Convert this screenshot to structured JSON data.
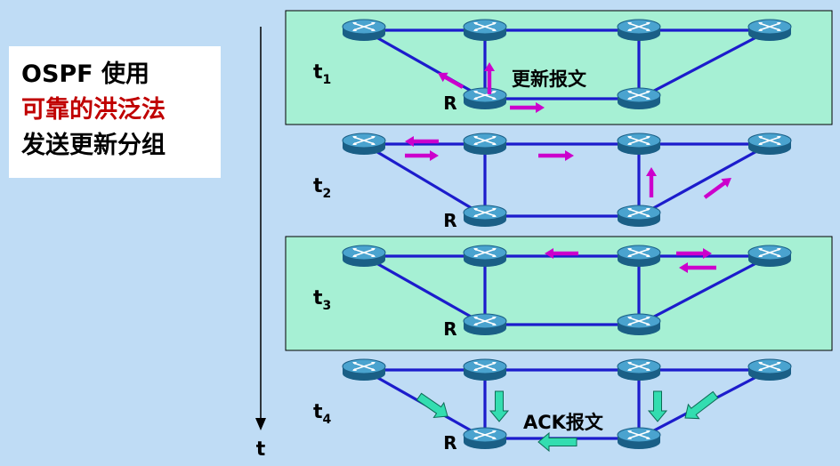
{
  "caption": {
    "line1": "OSPF 使用",
    "line2": "可靠的洪泛法",
    "line3": "发送更新分组"
  },
  "time_axis": {
    "label": "t"
  },
  "snapshots": [
    {
      "time": "t",
      "sub": "1",
      "router_label": "R",
      "message": "更新报文",
      "bg": "#a6f0d4"
    },
    {
      "time": "t",
      "sub": "2",
      "router_label": "R",
      "bg": ""
    },
    {
      "time": "t",
      "sub": "3",
      "router_label": "R",
      "bg": "#a6f0d4"
    },
    {
      "time": "t",
      "sub": "4",
      "router_label": "R",
      "message": "ACK报文",
      "bg": ""
    }
  ],
  "colors": {
    "link": "#1c1ccc",
    "update_arrow": "#cc00cc",
    "ack_arrow": "#33ddb0",
    "ack_arrow_outline": "#0d6b55",
    "router_top": "#4aa3cf",
    "router_side": "#1a5f86"
  },
  "icons": [
    "router-icon",
    "arrow-icon"
  ]
}
